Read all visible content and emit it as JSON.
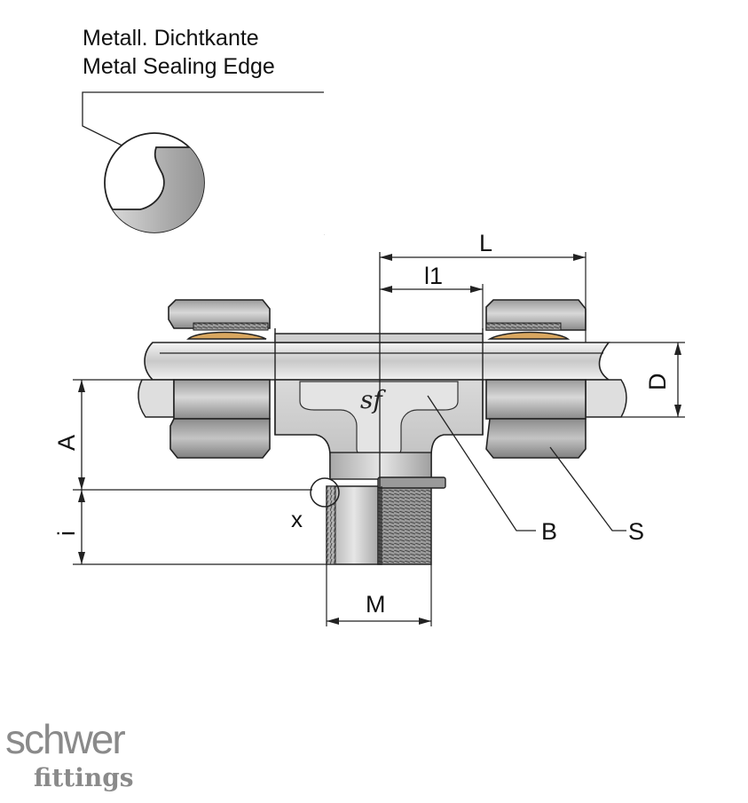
{
  "caption": {
    "line1": "Metall. Dichtkante",
    "line2": "Metal Sealing Edge"
  },
  "dimensions": {
    "L": "L",
    "l1": "l1",
    "D": "D",
    "A": "A",
    "i": "i",
    "x": "x",
    "M": "M",
    "B": "B",
    "S": "S"
  },
  "body_mark": "sf",
  "logo": {
    "line1": "schwer",
    "line2": "fittings"
  },
  "colors": {
    "steel_light": "#e8e8e8",
    "steel_mid": "#b8b8b8",
    "steel_dark": "#6e6e6e",
    "brass": "#d9a760",
    "outline": "#222222",
    "logo": "#8a8a8a"
  }
}
